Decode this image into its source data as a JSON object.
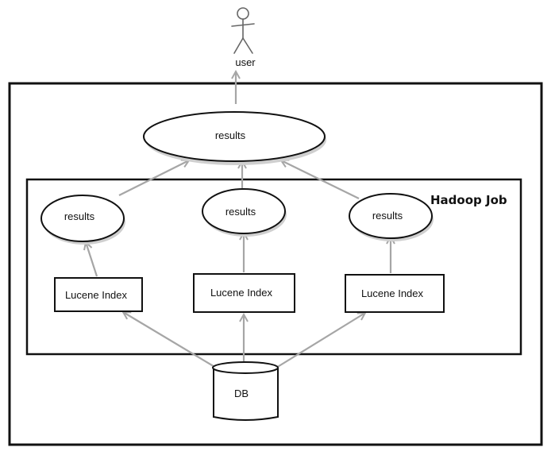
{
  "diagram": {
    "actor": {
      "label": "user"
    },
    "top_results": {
      "label": "results"
    },
    "container": {
      "label": "Hadoop Job"
    },
    "shards": [
      {
        "results_label": "results",
        "index_label": "Lucene Index"
      },
      {
        "results_label": "results",
        "index_label": "Lucene Index"
      },
      {
        "results_label": "results",
        "index_label": "Lucene Index"
      }
    ],
    "database": {
      "label": "DB"
    },
    "colors": {
      "line": "#111111",
      "arrow": "#a6a6a6",
      "background": "#ffffff"
    }
  }
}
